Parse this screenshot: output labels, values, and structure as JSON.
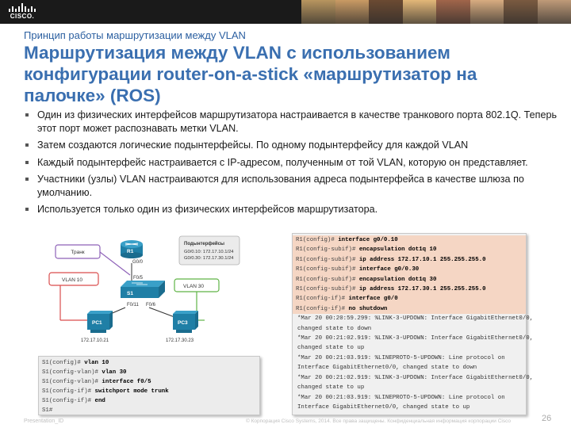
{
  "header": {
    "logo_text": "CISCO.",
    "photo_colors": [
      "#b8955f",
      "#c99a64",
      "#6b4a32",
      "#e3b778",
      "#a0654a",
      "#d8ac80",
      "#7a5a40",
      "#bf9a78"
    ]
  },
  "slide": {
    "subtitle": "Принцип работы маршрутизации между VLAN",
    "title": "Маршрутизация между VLAN с использованием конфигурации router-on-a-stick «маршрутизатор на палочке» (ROS)",
    "bullets": [
      "Один из физических интерфейсов маршрутизатора настраивается в качестве транкового порта 802.1Q. Теперь этот порт может распознавать метки VLAN.",
      "Затем создаются логические подынтерфейсы. По одному подынтерфейсу для каждой VLAN",
      "Каждый подынтерфейс настраивается с IP-адресом, полученным от той VLAN, которую он представляет.",
      "Участники (узлы) VLAN настраиваются для использования адреса подынтерфейса в качестве шлюза по умолчанию.",
      "Используется только один из физических интерфейсов маршрутизатора."
    ]
  },
  "diagram": {
    "router_label": "R1",
    "router_port": "G0/0",
    "trunk_label": "Транк",
    "subif_title": "Подынтерфейсы",
    "subif_line1": "G0/0.10: 172.17.10.1/24",
    "subif_line2": "G0/0.30: 172.17.30.1/24",
    "switch_label": "S1",
    "switch_port_top": "F0/5",
    "switch_port_left": "F0/11",
    "switch_port_right": "F0/6",
    "vlan10_label": "VLAN 10",
    "vlan30_label": "VLAN 30",
    "pc1_label": "PC1",
    "pc3_label": "PC3",
    "pc1_ip": "172.17.10.21",
    "pc3_ip": "172.17.30.23",
    "colors": {
      "vlan10": "#d94c4c",
      "vlan30": "#5fb346",
      "trunk": "#8e62b8",
      "device": "#1f7fa6"
    }
  },
  "switch_cli": [
    {
      "prompt": "S1(config)# ",
      "cmd": "vlan 10"
    },
    {
      "prompt": "S1(config-vlan)# ",
      "cmd": "vlan 30"
    },
    {
      "prompt": "S1(config-vlan)# ",
      "cmd": "interface f0/5"
    },
    {
      "prompt": "S1(config-if)# ",
      "cmd": "switchport mode trunk"
    },
    {
      "prompt": "S1(config-if)# ",
      "cmd": "end"
    },
    {
      "prompt": "S1#",
      "cmd": ""
    }
  ],
  "router_cli": {
    "commands": [
      {
        "prompt": "R1(config)# ",
        "cmd": "interface g0/0.10"
      },
      {
        "prompt": "R1(config-subif)# ",
        "cmd": "encapsulation dot1q 10"
      },
      {
        "prompt": "R1(config-subif)# ",
        "cmd": "ip address 172.17.10.1 255.255.255.0"
      },
      {
        "prompt": "R1(config-subif)# ",
        "cmd": "interface g0/0.30"
      },
      {
        "prompt": "R1(config-subif)# ",
        "cmd": "encapsulation dot1q 30"
      },
      {
        "prompt": "R1(config-subif)# ",
        "cmd": "ip address 172.17.30.1 255.255.255.0"
      },
      {
        "prompt": "R1(config-if)# ",
        "cmd": "interface g0/0"
      },
      {
        "prompt": "R1(config-if)# ",
        "cmd": "no shutdown"
      }
    ],
    "log": [
      "*Mar 20 00:20:59.299: %LINK-3-UPDOWN: Interface GigabitEthernet0/0,",
      " changed state to down",
      "*Mar 20 00:21:02.919: %LINK-3-UPDOWN: Interface GigabitEthernet0/0,",
      " changed state to up",
      "*Mar 20 00:21:03.919: %LINEPROTO-5-UPDOWN: Line protocol on",
      " Interface GigabitEthernet0/0, changed state to down",
      "*Mar 20 00:21:02.919: %LINK-3-UPDOWN: Interface GigabitEthernet0/0,",
      " changed state to up",
      "*Mar 20 00:21:03.919: %LINEPROTO-5-UPDOWN: Line protocol on",
      " Interface GigabitEthernet0/0, changed state to up"
    ]
  },
  "footer": {
    "left": "Presentation_ID",
    "middle": "© Корпорация Cisco Systems, 2014. Все права защищены. Конфиденциальная информация корпорации Cisco",
    "page": "26"
  }
}
